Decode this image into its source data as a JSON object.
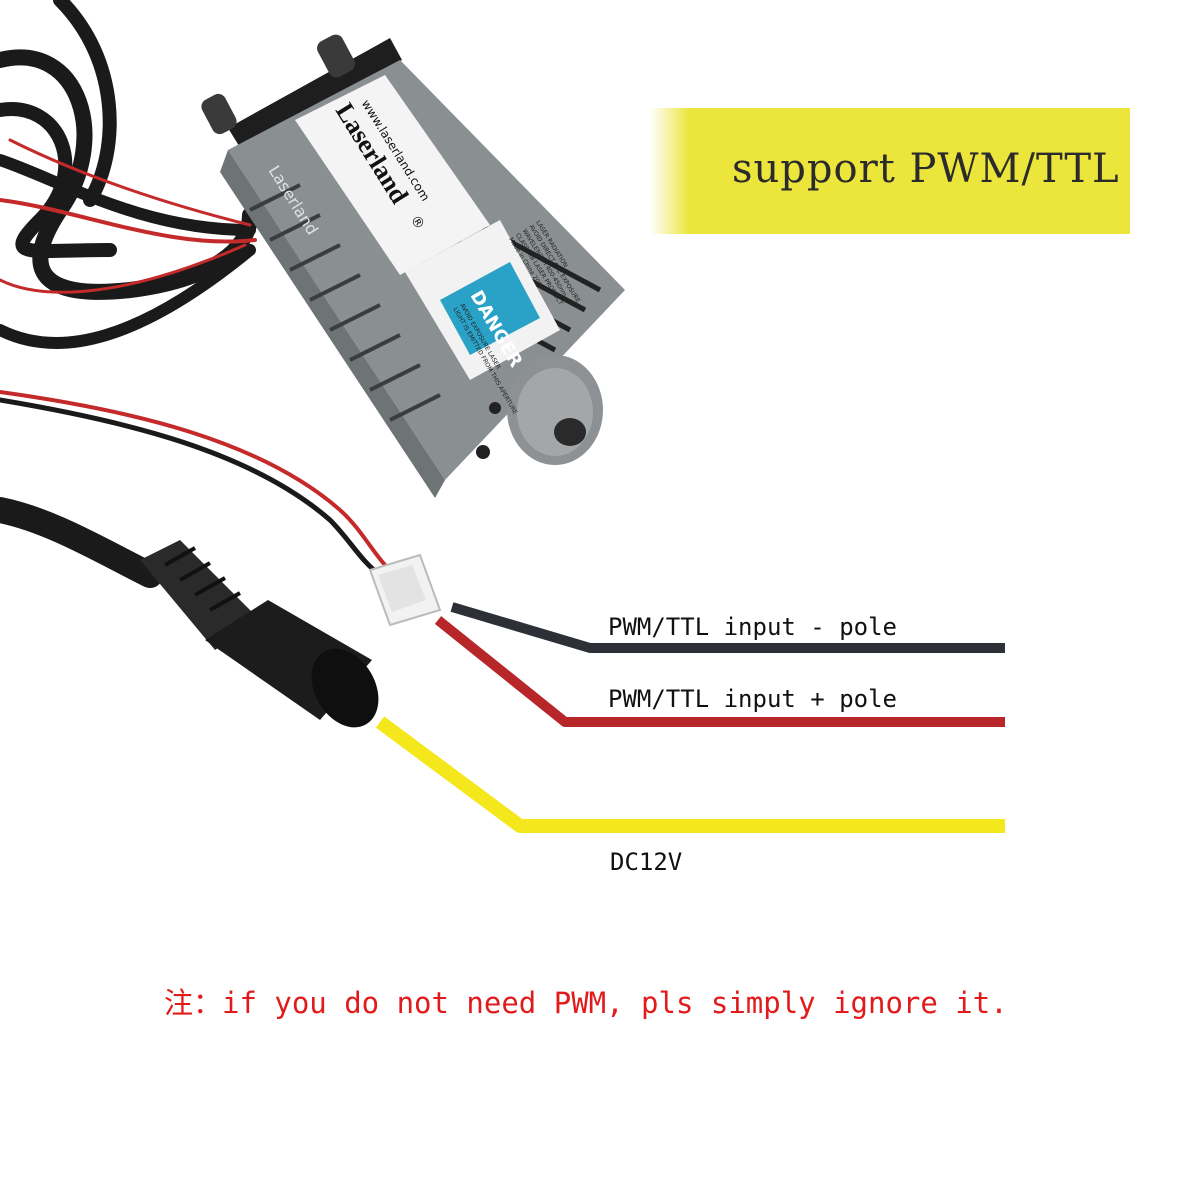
{
  "banner": {
    "text": "support PWM/TTL",
    "color": "#ece53c"
  },
  "device": {
    "brand": "Laserland",
    "registered_mark": "®",
    "website": "www.laserland.com",
    "side_brand": "Laserland",
    "warning_title": "DANGER",
    "warning_line_1": "AVOID EXPOSURE LASER",
    "warning_line_2": "LIGHT IS EMITTED FROM THIS APERTURE",
    "spec_line_1": "LASER RADIATION",
    "spec_line_2": "AVOID DIRECT EYE EXPOSURE",
    "spec_line_3": "WAVELENGTH 400-450nm",
    "spec_line_4": "CLASS IIIB LASER PRODUCT",
    "spec_line_5": "Made in China 2017"
  },
  "wires": {
    "minus": {
      "label": "PWM/TTL input - pole",
      "color": "#2e3038"
    },
    "plus": {
      "label": "PWM/TTL input + pole",
      "color": "#b7272a"
    },
    "dc": {
      "label": "DC12V",
      "color": "#f4e81c"
    }
  },
  "note": {
    "text": "注：if you do not need PWM, pls simply ignore it.",
    "color": "#e11b1b"
  }
}
